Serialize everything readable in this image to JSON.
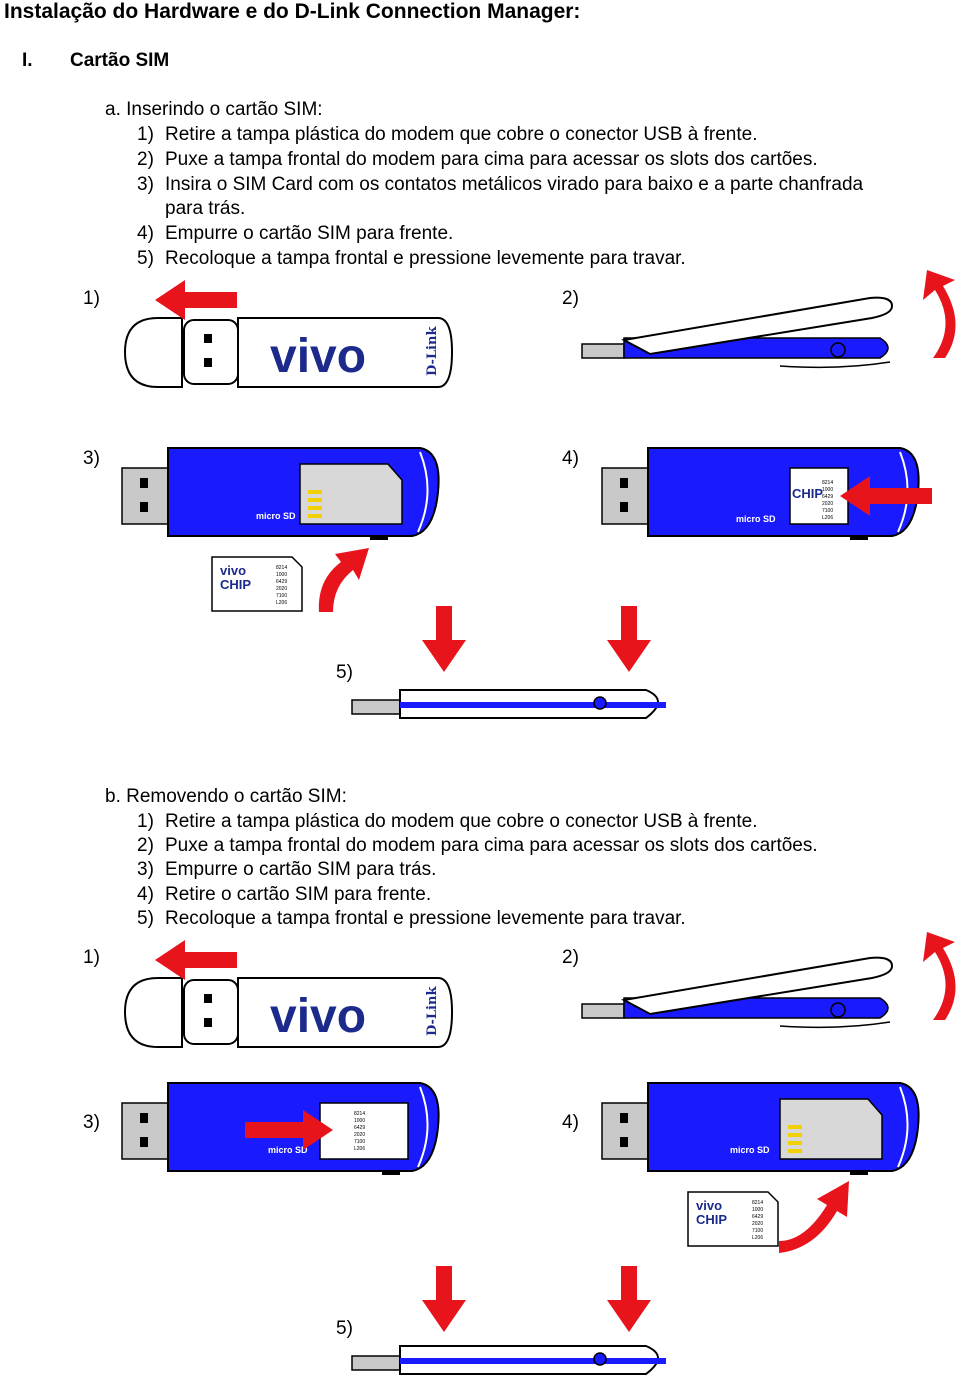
{
  "title": "Instalação do Hardware e do D-Link Connection Manager:",
  "section": {
    "number": "I.",
    "label": "Cartão SIM"
  },
  "part_a": {
    "heading": "a.  Inserindo o cartão SIM:",
    "steps": [
      {
        "n": "1)",
        "text": "Retire a tampa plástica do modem que cobre o conector USB à frente."
      },
      {
        "n": "2)",
        "text": "Puxe a tampa frontal do modem para cima para acessar os slots dos cartões."
      },
      {
        "n": "3)",
        "text": "Insira o SIM Card com os contatos metálicos virado para baixo e a parte chanfrada"
      },
      {
        "n": "",
        "text": "para trás."
      },
      {
        "n": "4)",
        "text": "Empurre o cartão SIM para frente."
      },
      {
        "n": "5)",
        "text": "Recoloque a tampa frontal e pressione levemente para travar."
      }
    ],
    "figure_labels": [
      "1)",
      "2)",
      "3)",
      "4)",
      "5)"
    ]
  },
  "part_b": {
    "heading": "b.  Removendo o cartão SIM:",
    "steps": [
      {
        "n": "1)",
        "text": "Retire a tampa plástica do modem que cobre o conector USB à frente."
      },
      {
        "n": "2)",
        "text": "Puxe a tampa frontal do modem para cima para acessar os slots dos cartões."
      },
      {
        "n": "3)",
        "text": "Empurre o cartão SIM para trás."
      },
      {
        "n": "4)",
        "text": "Retire o cartão SIM para frente."
      },
      {
        "n": "5)",
        "text": "Recoloque a tampa frontal e pressione levemente para travar."
      }
    ],
    "figure_labels": [
      "1)",
      "2)",
      "3)",
      "4)",
      "5)"
    ]
  },
  "illustration_text": {
    "brand": "vivo",
    "maker": "D-Link",
    "slot": "micro SD",
    "sim_brand_top": "vivo",
    "sim_brand_bottom": "CHIP",
    "sim_codes": [
      "8214",
      "1000",
      "6429",
      "2020",
      "7100",
      "L206"
    ]
  },
  "colors": {
    "modem_blue": "#1a1aff",
    "arrow_red": "#e8141c",
    "vivo_blue": "#1c2a8c",
    "usb_gray": "#c8c8c8"
  },
  "icons": [
    "arrow-left-icon",
    "curved-arrow-up-icon",
    "arrow-right-icon",
    "arrow-down-icon",
    "usb-modem-icon",
    "sim-card-icon"
  ]
}
